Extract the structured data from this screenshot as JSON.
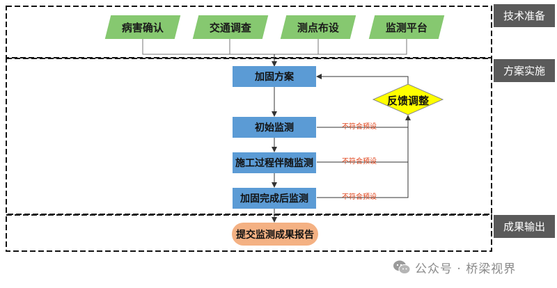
{
  "stages": [
    {
      "label": "技术准备"
    },
    {
      "label": "方案实施"
    },
    {
      "label": "成果输出"
    }
  ],
  "preparation": [
    "病害确认",
    "交通调查",
    "测点布设",
    "监测平台"
  ],
  "flow": [
    "加固方案",
    "初始监测",
    "施工过程伴随监测",
    "加固完成后监测"
  ],
  "feedback": "反馈调整",
  "notes": [
    "不符合预设",
    "不符合预设",
    "不符合预设"
  ],
  "report": "提交监测成果报告",
  "watermark": "公众号 · 桥梁视界",
  "colors": {
    "prep_fill": "#86c870",
    "flow_fill": "#5b9bd5",
    "feedback_fill": "#ffff00",
    "report_fill": "#f4b183",
    "stage_fill": "#5a5a5a",
    "note_color": "#e0461d"
  }
}
